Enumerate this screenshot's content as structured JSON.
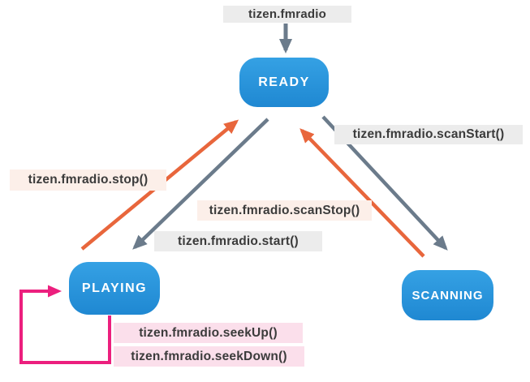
{
  "title": {
    "label": "tizen.fmradio"
  },
  "states": {
    "ready": "READY",
    "playing": "PLAYING",
    "scanning": "SCANNING"
  },
  "transitions": {
    "stop": "tizen.fmradio.stop()",
    "scan_start": "tizen.fmradio.scanStart()",
    "scan_stop": "tizen.fmradio.scanStop()",
    "start": "tizen.fmradio.start()",
    "seek_up": "tizen.fmradio.seekUp()",
    "seek_down": "tizen.fmradio.seekDown()"
  },
  "colors": {
    "node_blue_top": "#35a1e4",
    "node_blue_bottom": "#1f88d2",
    "arrow_gray": "#6b7b8b",
    "arrow_orange": "#e8663c",
    "arrow_magenta": "#ec1f7e",
    "label_gray_bg": "#ececec",
    "label_peach_bg": "#fcefe9",
    "label_pink_bg": "#fbdfeb",
    "text_dark": "#3b3b3b",
    "node_text": "#ffffff"
  }
}
